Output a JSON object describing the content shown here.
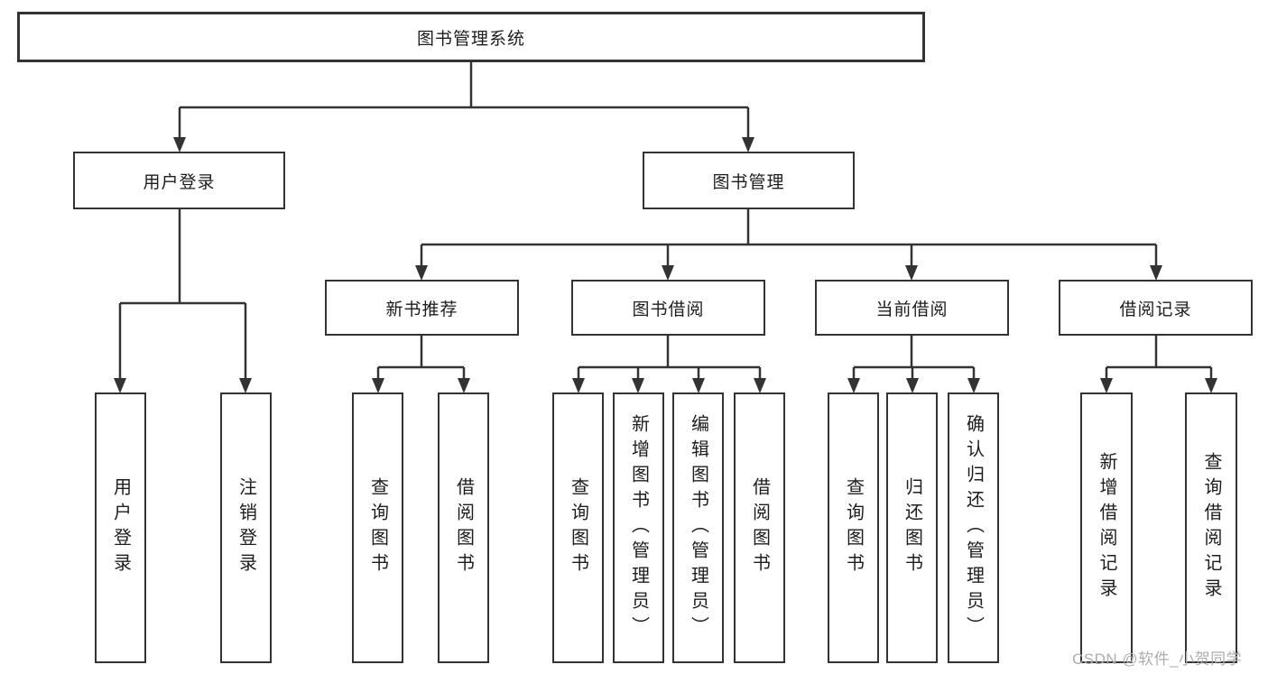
{
  "tree": {
    "label": "图书管理系统",
    "children": [
      {
        "label": "用户登录",
        "children": [
          {
            "label": "用户登录"
          },
          {
            "label": "注销登录"
          }
        ]
      },
      {
        "label": "图书管理",
        "children": [
          {
            "label": "新书推荐",
            "children": [
              {
                "label": "查询图书"
              },
              {
                "label": "借阅图书"
              }
            ]
          },
          {
            "label": "图书借阅",
            "children": [
              {
                "label": "查询图书"
              },
              {
                "label": "新增图书（管理员）"
              },
              {
                "label": "编辑图书（管理员）"
              },
              {
                "label": "借阅图书"
              }
            ]
          },
          {
            "label": "当前借阅",
            "children": [
              {
                "label": "查询图书"
              },
              {
                "label": "归还图书"
              },
              {
                "label": "确认归还（管理员）"
              }
            ]
          },
          {
            "label": "借阅记录",
            "children": [
              {
                "label": "新增借阅记录"
              },
              {
                "label": "查询借阅记录"
              }
            ]
          }
        ]
      }
    ]
  },
  "watermark": "CSDN @软件_小贺同学",
  "colors": {
    "line": "#333333",
    "text": "#1d1d1d",
    "watermark": "#adadad",
    "background": "#ffffff"
  }
}
